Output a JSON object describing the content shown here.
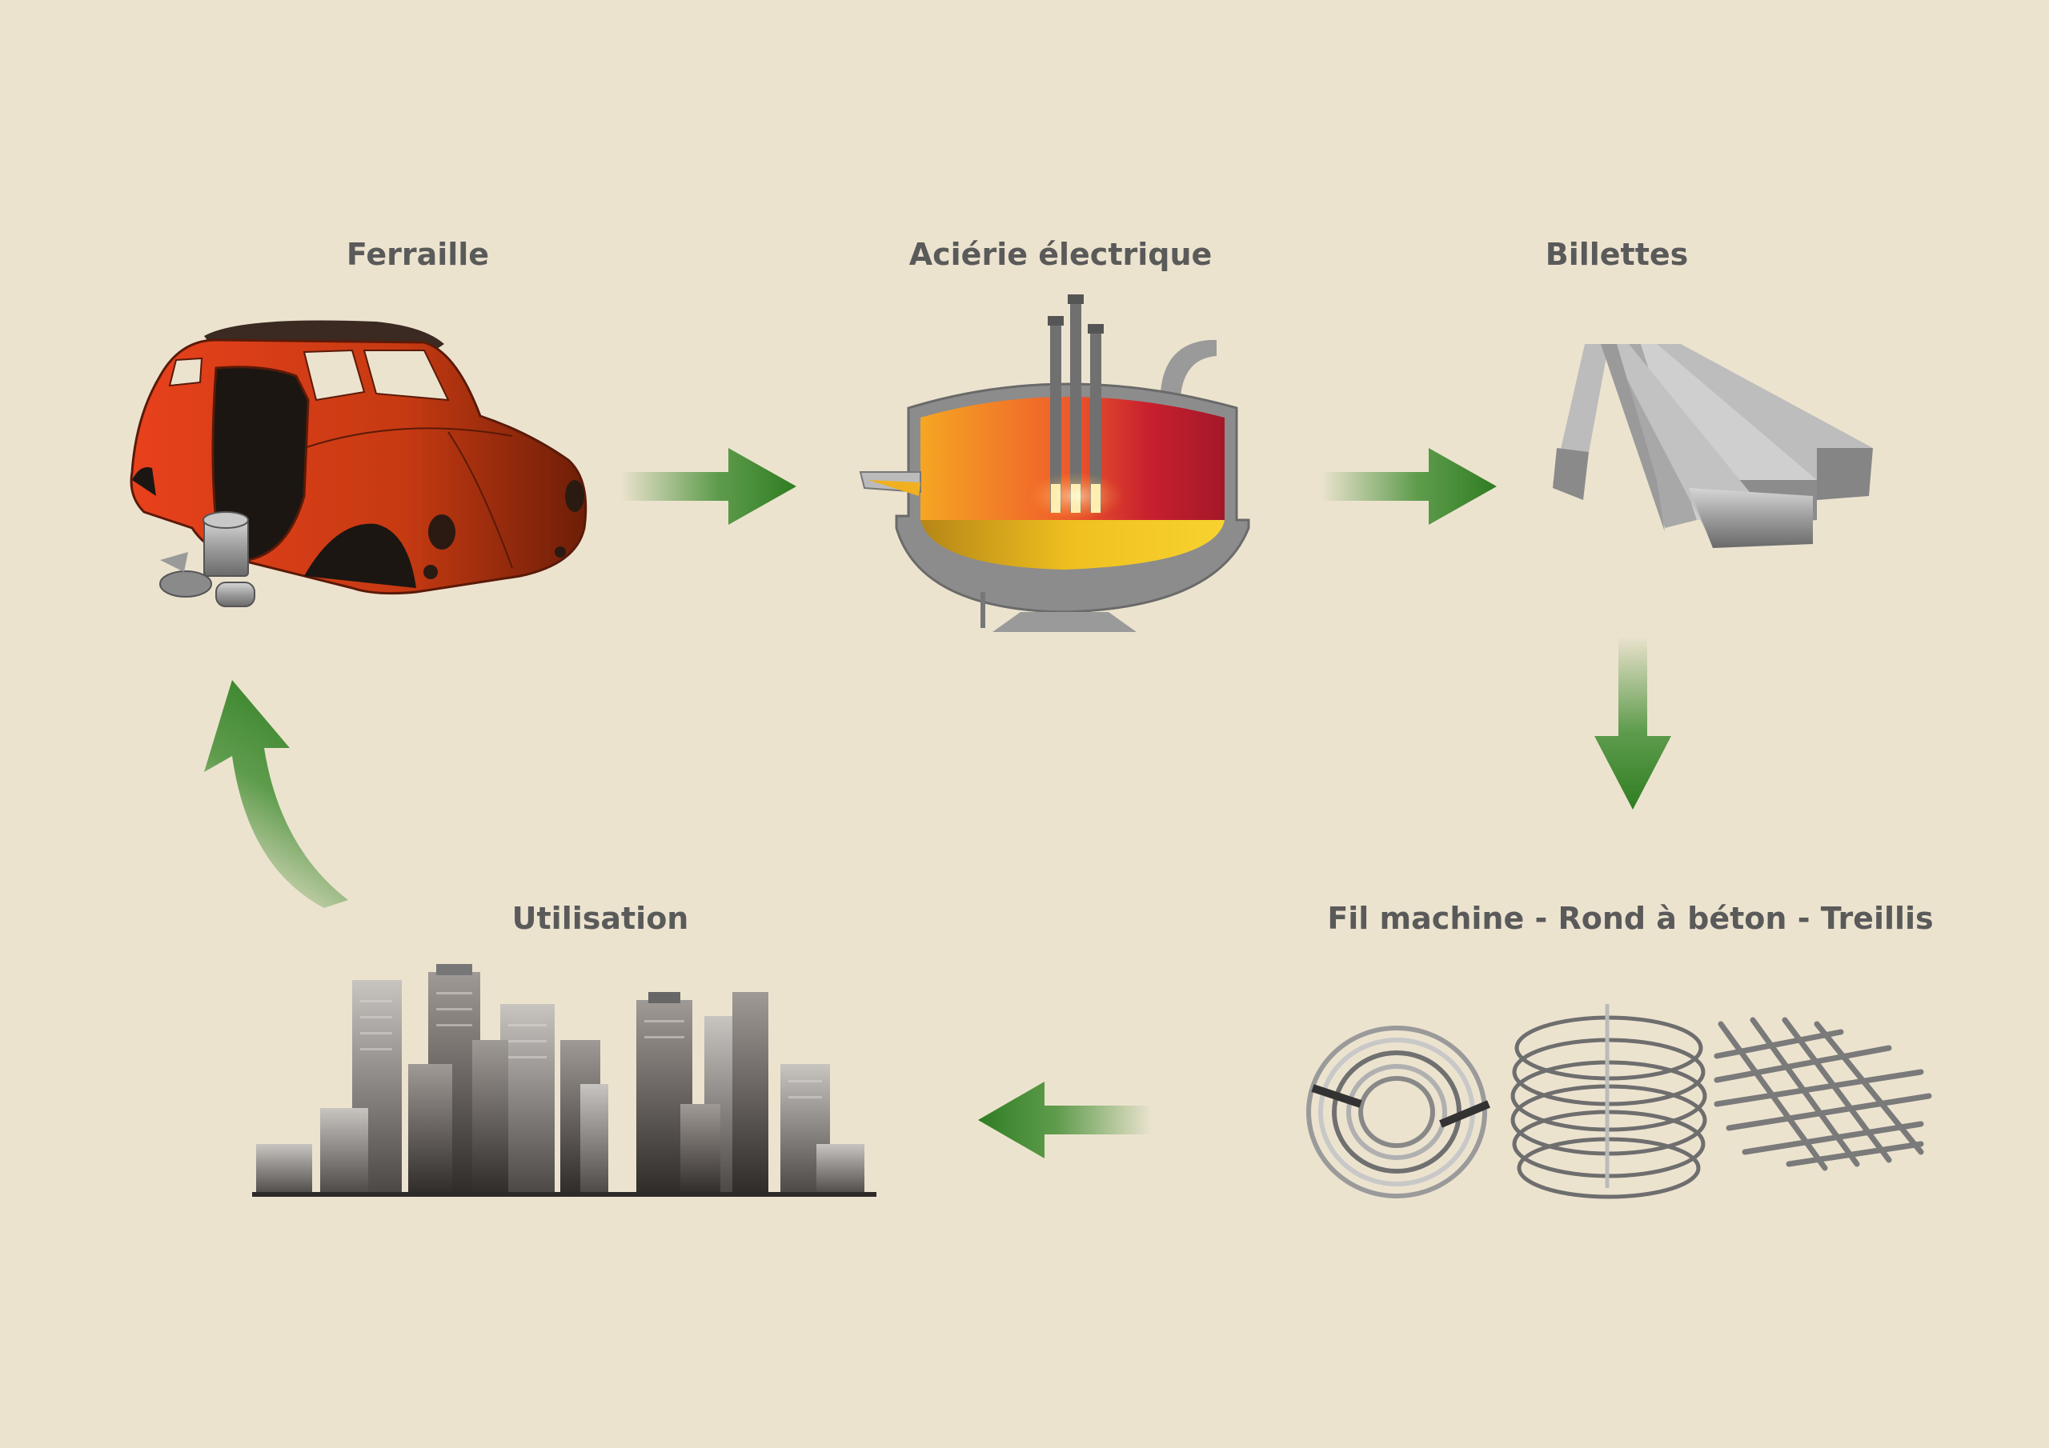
{
  "diagram": {
    "background": "#ece3cf",
    "label_color": "#5a5a5a",
    "arrow_color": "#3b8a2c",
    "nodes": [
      {
        "id": "ferraille",
        "label": "Ferraille",
        "icon": "scrap-car-icon"
      },
      {
        "id": "acierie",
        "label": "Aciérie électrique",
        "icon": "electric-arc-furnace-icon"
      },
      {
        "id": "billettes",
        "label": "Billettes",
        "icon": "steel-billets-icon"
      },
      {
        "id": "fil",
        "label": "Fil machine - Rond à béton - Treillis",
        "icon": "wire-coils-mesh-icon"
      },
      {
        "id": "utilisation",
        "label": "Utilisation",
        "icon": "city-skyline-icon"
      }
    ],
    "edges": [
      {
        "from": "ferraille",
        "to": "acierie"
      },
      {
        "from": "acierie",
        "to": "billettes"
      },
      {
        "from": "billettes",
        "to": "fil"
      },
      {
        "from": "fil",
        "to": "utilisation"
      },
      {
        "from": "utilisation",
        "to": "ferraille"
      }
    ]
  }
}
